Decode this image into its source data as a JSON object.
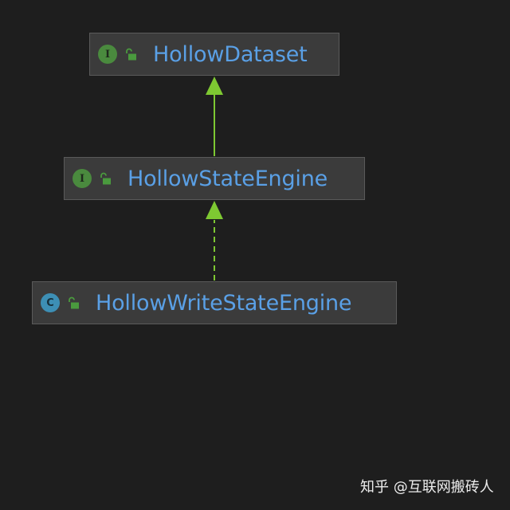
{
  "diagram": {
    "nodes": [
      {
        "id": "hollow-dataset",
        "kind": "I",
        "name": "HollowDataset"
      },
      {
        "id": "hollow-state-engine",
        "kind": "I",
        "name": "HollowStateEngine"
      },
      {
        "id": "hollow-write-state-engine",
        "kind": "C",
        "name": "HollowWriteStateEngine"
      }
    ],
    "edges": [
      {
        "from": "hollow-state-engine",
        "to": "hollow-dataset",
        "style": "solid",
        "type": "extends"
      },
      {
        "from": "hollow-write-state-engine",
        "to": "hollow-state-engine",
        "style": "dashed",
        "type": "implements"
      }
    ]
  },
  "colors": {
    "background": "#1e1e1e",
    "node_fill": "#3b3b3b",
    "label": "#5aa0e6",
    "interface_badge": "#4a8a3e",
    "class_badge": "#3d8fb5",
    "arrow": "#7ec832"
  },
  "icons": {
    "interface": "interface-icon",
    "class": "class-icon",
    "visibility": "unlocked-icon"
  },
  "watermark": "知乎 @互联网搬砖人"
}
